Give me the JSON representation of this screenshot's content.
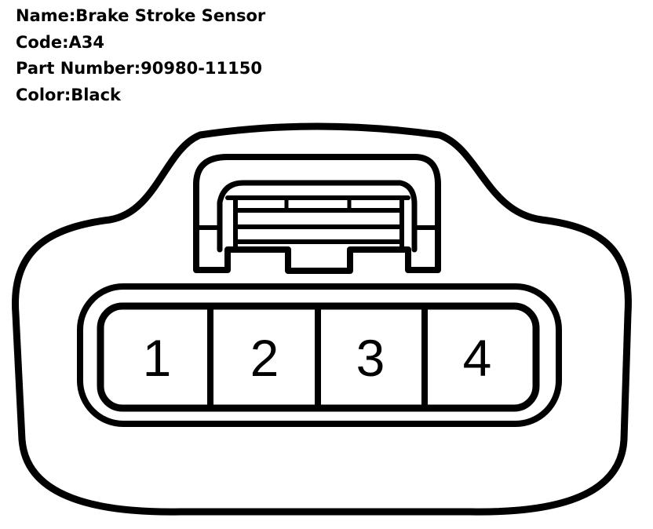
{
  "info": {
    "name_label": "Name:",
    "name_value": "Brake Stroke Sensor",
    "code_label": "Code:",
    "code_value": "A34",
    "part_label": "Part Number:",
    "part_value": "90980-11150",
    "color_label": "Color:",
    "color_value": "Black"
  },
  "connector": {
    "pins": [
      "1",
      "2",
      "3",
      "4"
    ],
    "line_color": "#000000",
    "fill_color": "#ffffff"
  }
}
